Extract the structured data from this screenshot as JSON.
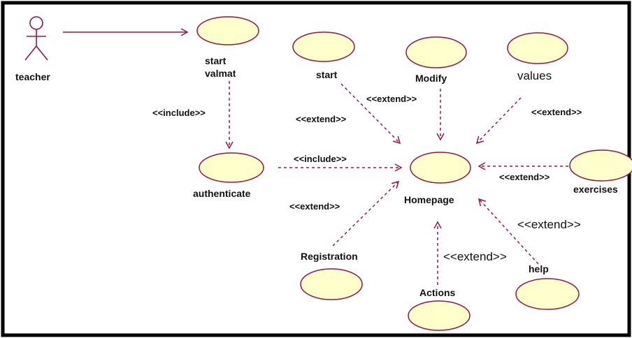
{
  "diagram": {
    "colors": {
      "border": "#000000",
      "ellipse_fill": "#ffffcc",
      "ellipse_stroke": "#8b1a4a",
      "edge": "#8b1a4a",
      "text": "#111111"
    },
    "actor": {
      "label": "teacher",
      "icon": "stick-figure-actor"
    },
    "use_cases": {
      "start_valmat": {
        "line1": "start",
        "line2": "valmat"
      },
      "authenticate": {
        "label": "authenticate"
      },
      "start": {
        "label": "start"
      },
      "modify": {
        "label": "Modify"
      },
      "values": {
        "label": "values"
      },
      "homepage": {
        "label": "Homepage"
      },
      "exercises": {
        "label": "exercises"
      },
      "registration": {
        "label": "Registration"
      },
      "actions": {
        "label": "Actions"
      },
      "help": {
        "label": "help"
      }
    },
    "relations": {
      "include_valmat_auth": "<<include>>",
      "include_auth_home": "<<include>>",
      "extend_start": "<<extend>>",
      "extend_modify": "<<extend>>",
      "extend_values": "<<extend>>",
      "extend_exercises": "<<extend>>",
      "extend_registration": "<<extend>>",
      "extend_actions": "<<extend>>",
      "extend_help": "<<extend>>"
    }
  }
}
